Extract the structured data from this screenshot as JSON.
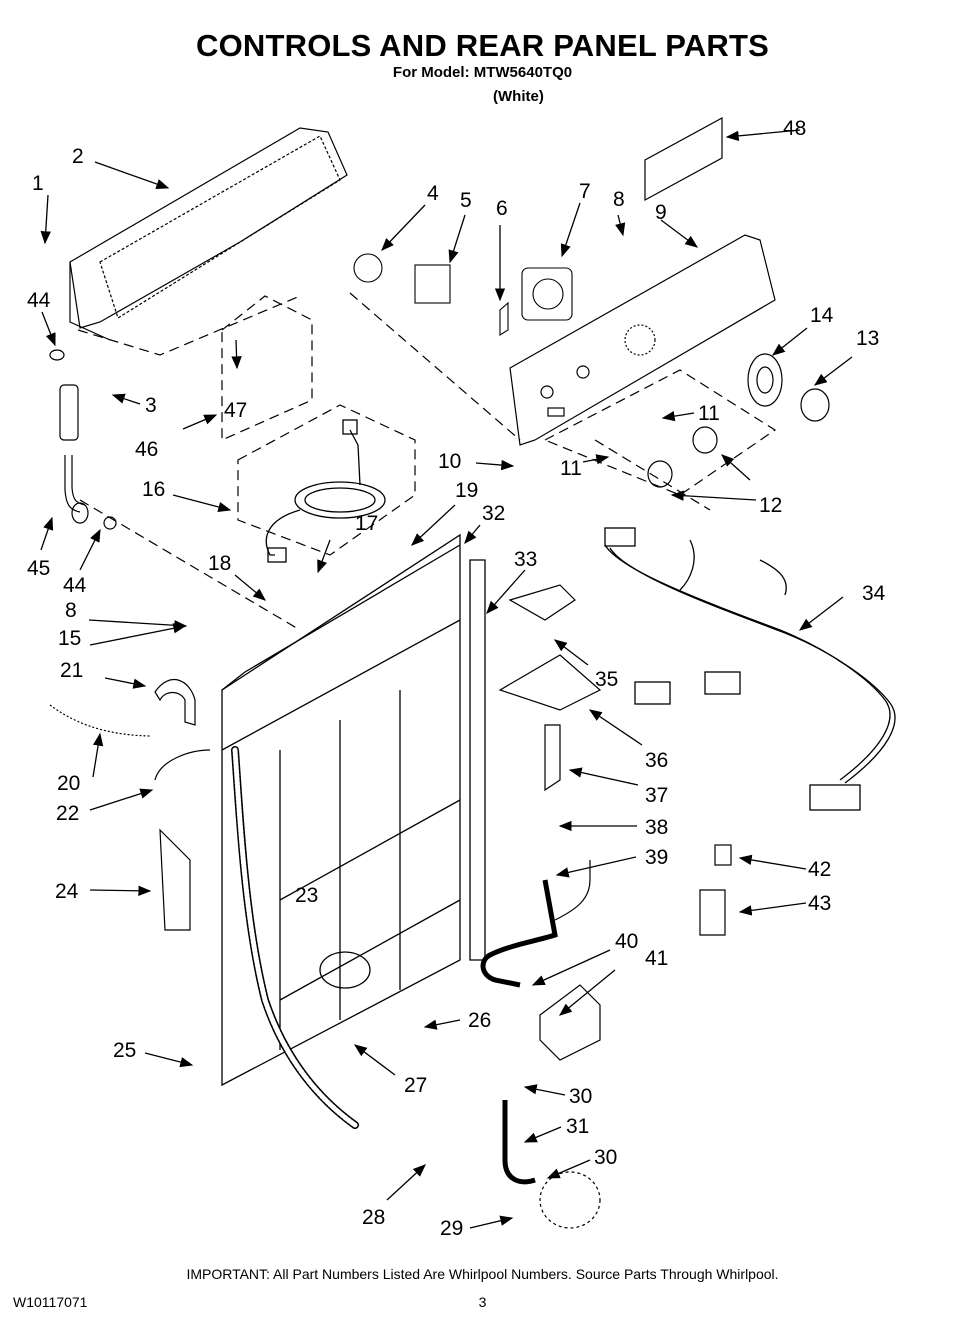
{
  "header": {
    "title": "CONTROLS AND REAR PANEL PARTS",
    "model_line": "For Model: MTW5640TQ0",
    "variant": "(White)"
  },
  "callouts": [
    "1",
    "2",
    "3",
    "4",
    "5",
    "6",
    "7",
    "8",
    "9",
    "10",
    "11",
    "11",
    "12",
    "13",
    "14",
    "15",
    "16",
    "17",
    "18",
    "19",
    "20",
    "21",
    "22",
    "23",
    "24",
    "25",
    "26",
    "27",
    "28",
    "29",
    "30",
    "30",
    "31",
    "32",
    "33",
    "34",
    "35",
    "36",
    "37",
    "38",
    "39",
    "40",
    "41",
    "42",
    "43",
    "44",
    "44",
    "45",
    "46",
    "47",
    "48",
    "8"
  ],
  "footer": {
    "note": "IMPORTANT: All Part Numbers Listed Are Whirlpool Numbers. Source Parts Through Whirlpool.",
    "doc_id": "W10117071",
    "page": "3"
  }
}
